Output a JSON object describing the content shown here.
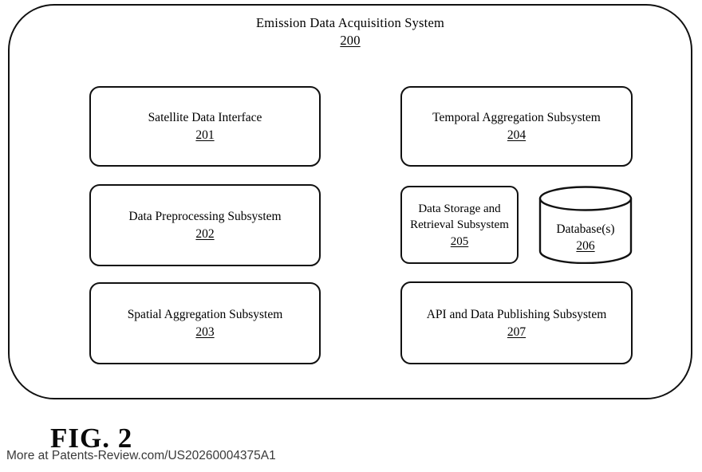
{
  "figure": {
    "caption": "FIG. 2",
    "watermark": "More at Patents-Review.com/US20260004375A1"
  },
  "system": {
    "title": "Emission Data Acquisition System",
    "number": "200"
  },
  "nodes": [
    {
      "id": "201",
      "label": "Satellite Data Interface",
      "number": "201",
      "shape": "rounded-rectangle",
      "column": "left"
    },
    {
      "id": "202",
      "label": "Data Preprocessing Subsystem",
      "number": "202",
      "shape": "rounded-rectangle",
      "column": "left"
    },
    {
      "id": "203",
      "label": "Spatial Aggregation Subsystem",
      "number": "203",
      "shape": "rounded-rectangle",
      "column": "left"
    },
    {
      "id": "204",
      "label": "Temporal Aggregation Subsystem",
      "number": "204",
      "shape": "rounded-rectangle",
      "column": "right"
    },
    {
      "id": "205",
      "label": "Data Storage and Retrieval Subsystem",
      "number": "205",
      "shape": "rounded-rectangle",
      "column": "right"
    },
    {
      "id": "206",
      "label": "Database(s)",
      "number": "206",
      "shape": "cylinder",
      "column": "right"
    },
    {
      "id": "207",
      "label": "API and Data Publishing Subsystem",
      "number": "207",
      "shape": "rounded-rectangle",
      "column": "right"
    }
  ],
  "colors": {
    "stroke": "#111111",
    "background": "#ffffff",
    "text": "#000000",
    "watermark_text": "#3a3a3a"
  }
}
